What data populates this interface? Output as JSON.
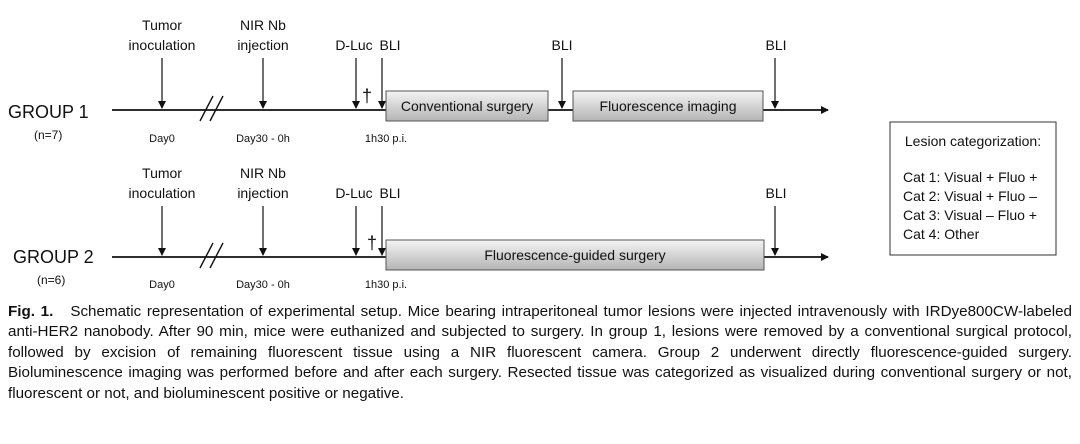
{
  "groups": [
    {
      "label": "GROUP 1",
      "n": "(n=7)",
      "events": {
        "tumor_inoculation": [
          "Tumor",
          "inoculation"
        ],
        "nir_injection": [
          "NIR Nb",
          "injection"
        ],
        "dluc": "D-Luc",
        "bli_1": "BLI",
        "bli_2": "BLI",
        "bli_3": "BLI",
        "dagger": "†"
      },
      "boxes": {
        "conventional": "Conventional surgery",
        "fluorescence": "Fluorescence imaging"
      },
      "days": {
        "day0": "Day0",
        "day30": "Day30 - 0h",
        "pi": "1h30 p.i."
      }
    },
    {
      "label": "GROUP 2",
      "n": "(n=6)",
      "events": {
        "tumor_inoculation": [
          "Tumor",
          "inoculation"
        ],
        "nir_injection": [
          "NIR Nb",
          "injection"
        ],
        "dluc": "D-Luc",
        "bli_1": "BLI",
        "bli_2": "BLI",
        "dagger": "†"
      },
      "boxes": {
        "guided": "Fluorescence-guided surgery"
      },
      "days": {
        "day0": "Day0",
        "day30": "Day30 - 0h",
        "pi": "1h30 p.i."
      }
    }
  ],
  "legend": {
    "title": "Lesion categorization:",
    "items": [
      "Cat 1: Visual + Fluo +",
      "Cat 2: Visual + Fluo –",
      "Cat 3: Visual – Fluo +",
      "Cat 4: Other"
    ]
  },
  "caption": {
    "label": "Fig. 1.",
    "text": "Schematic representation of experimental setup. Mice bearing intraperitoneal tumor lesions were injected intravenously with IRDye800CW-labeled anti-HER2 nanobody. After 90 min, mice were euthanized and subjected to surgery. In group 1, lesions were removed by a conventional surgical protocol, followed by excision of remaining fluorescent tissue using a NIR fluorescent camera. Group 2 underwent directly fluorescence-guided surgery. Bioluminescence imaging was performed before and after each surgery. Resected tissue was categorized as visualized during conventional surgery or not, fluorescent or not, and bioluminescent positive or negative."
  }
}
